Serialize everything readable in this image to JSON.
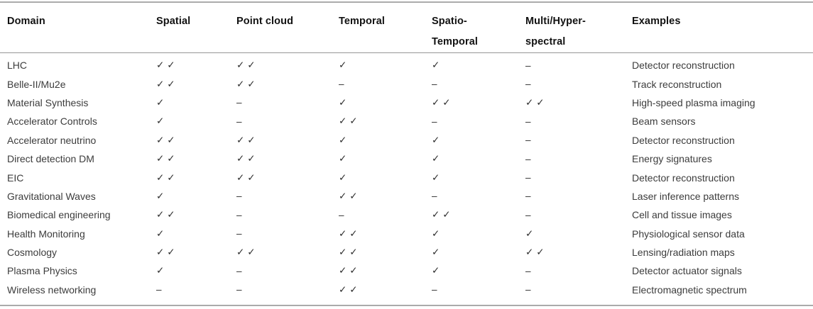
{
  "table": {
    "columns": [
      {
        "label": "Domain",
        "line1": "Domain",
        "line2": ""
      },
      {
        "label": "Spatial",
        "line1": "Spatial",
        "line2": ""
      },
      {
        "label": "Point cloud",
        "line1": "Point cloud",
        "line2": ""
      },
      {
        "label": "Temporal",
        "line1": "Temporal",
        "line2": ""
      },
      {
        "label": "Spatio-Temporal",
        "line1": "Spatio-",
        "line2": "Temporal"
      },
      {
        "label": "Multi/Hyper-spectral",
        "line1": "Multi/Hyper-",
        "line2": "spectral"
      },
      {
        "label": "Examples",
        "line1": "Examples",
        "line2": ""
      }
    ],
    "rows": [
      [
        "LHC",
        "✓✓",
        "✓✓",
        "✓",
        "✓",
        "–",
        "Detector reconstruction"
      ],
      [
        "Belle-II/Mu2e",
        "✓✓",
        "✓✓",
        "–",
        "–",
        "–",
        "Track reconstruction"
      ],
      [
        "Material Synthesis",
        "✓",
        "–",
        "✓",
        "✓✓",
        "✓✓",
        "High-speed plasma imaging"
      ],
      [
        "Accelerator Controls",
        "✓",
        "–",
        "✓✓",
        "–",
        "–",
        "Beam sensors"
      ],
      [
        "Accelerator neutrino",
        "✓✓",
        "✓✓",
        "✓",
        "✓",
        "–",
        "Detector reconstruction"
      ],
      [
        "Direct detection DM",
        "✓✓",
        "✓✓",
        "✓",
        "✓",
        "–",
        "Energy signatures"
      ],
      [
        "EIC",
        "✓✓",
        "✓✓",
        "✓",
        "✓",
        "–",
        "Detector reconstruction"
      ],
      [
        "Gravitational Waves",
        "✓",
        "–",
        "✓✓",
        "–",
        "–",
        "Laser inference patterns"
      ],
      [
        "Biomedical engineering",
        "✓✓",
        "–",
        "–",
        "✓✓",
        "–",
        "Cell and tissue images"
      ],
      [
        "Health Monitoring",
        "✓",
        "–",
        "✓✓",
        "✓",
        "✓",
        "Physiological sensor data"
      ],
      [
        "Cosmology",
        "✓✓",
        "✓✓",
        "✓✓",
        "✓",
        "✓✓",
        "Lensing/radiation maps"
      ],
      [
        "Plasma Physics",
        "✓",
        "–",
        "✓✓",
        "✓",
        "–",
        "Detector actuator signals"
      ],
      [
        "Wireless networking",
        "–",
        "–",
        "✓✓",
        "–",
        "–",
        "Electromagnetic spectrum"
      ]
    ],
    "symbols": {
      "strong_overlap": "✓✓",
      "overlap": "✓",
      "none": "–"
    }
  },
  "colors": {
    "background": "#ffffff",
    "header_text": "#121212",
    "body_text": "#3c3c3c",
    "rule": "#ababab",
    "header_rule": "#969696"
  }
}
